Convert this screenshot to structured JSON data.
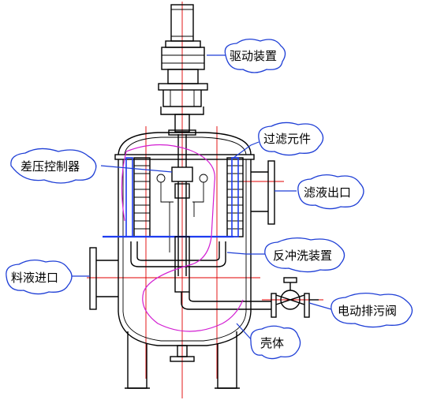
{
  "labels": {
    "drive": "驱动装置",
    "filter_element": "过滤元件",
    "diff_pressure_controller": "差压控制器",
    "filtrate_outlet": "滤液出口",
    "backwash_device": "反冲洗装置",
    "feed_inlet": "料液进口",
    "electric_drain_valve": "电动排污阀",
    "shell": "壳体"
  }
}
